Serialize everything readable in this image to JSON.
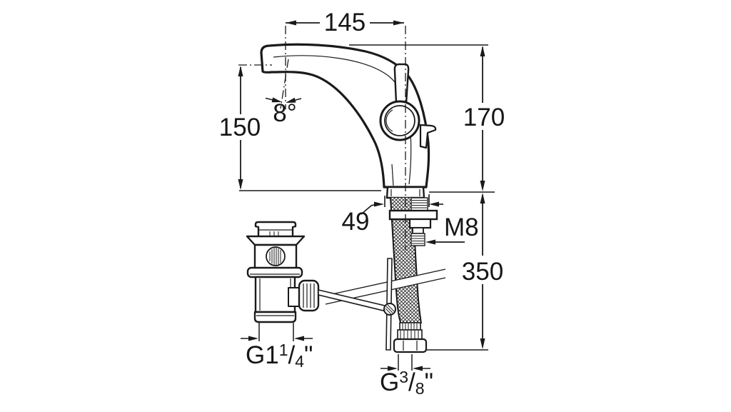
{
  "drawing": {
    "background": "#ffffff",
    "line_color": "#1a1a1a",
    "labels": {
      "spout_reach": "145",
      "spout_height": "150",
      "overall_height": "170",
      "hose_drop": "350",
      "base_width": "49",
      "handle_angle": "8°",
      "stud_thread": "M8",
      "waste_thread": {
        "prefix": "G1",
        "numerator": "1",
        "slash": "/",
        "denominator": "4",
        "suffix": "\""
      },
      "hose_thread": {
        "prefix": "G",
        "numerator": "3",
        "slash": "/",
        "denominator": "8",
        "suffix": "\""
      }
    }
  }
}
